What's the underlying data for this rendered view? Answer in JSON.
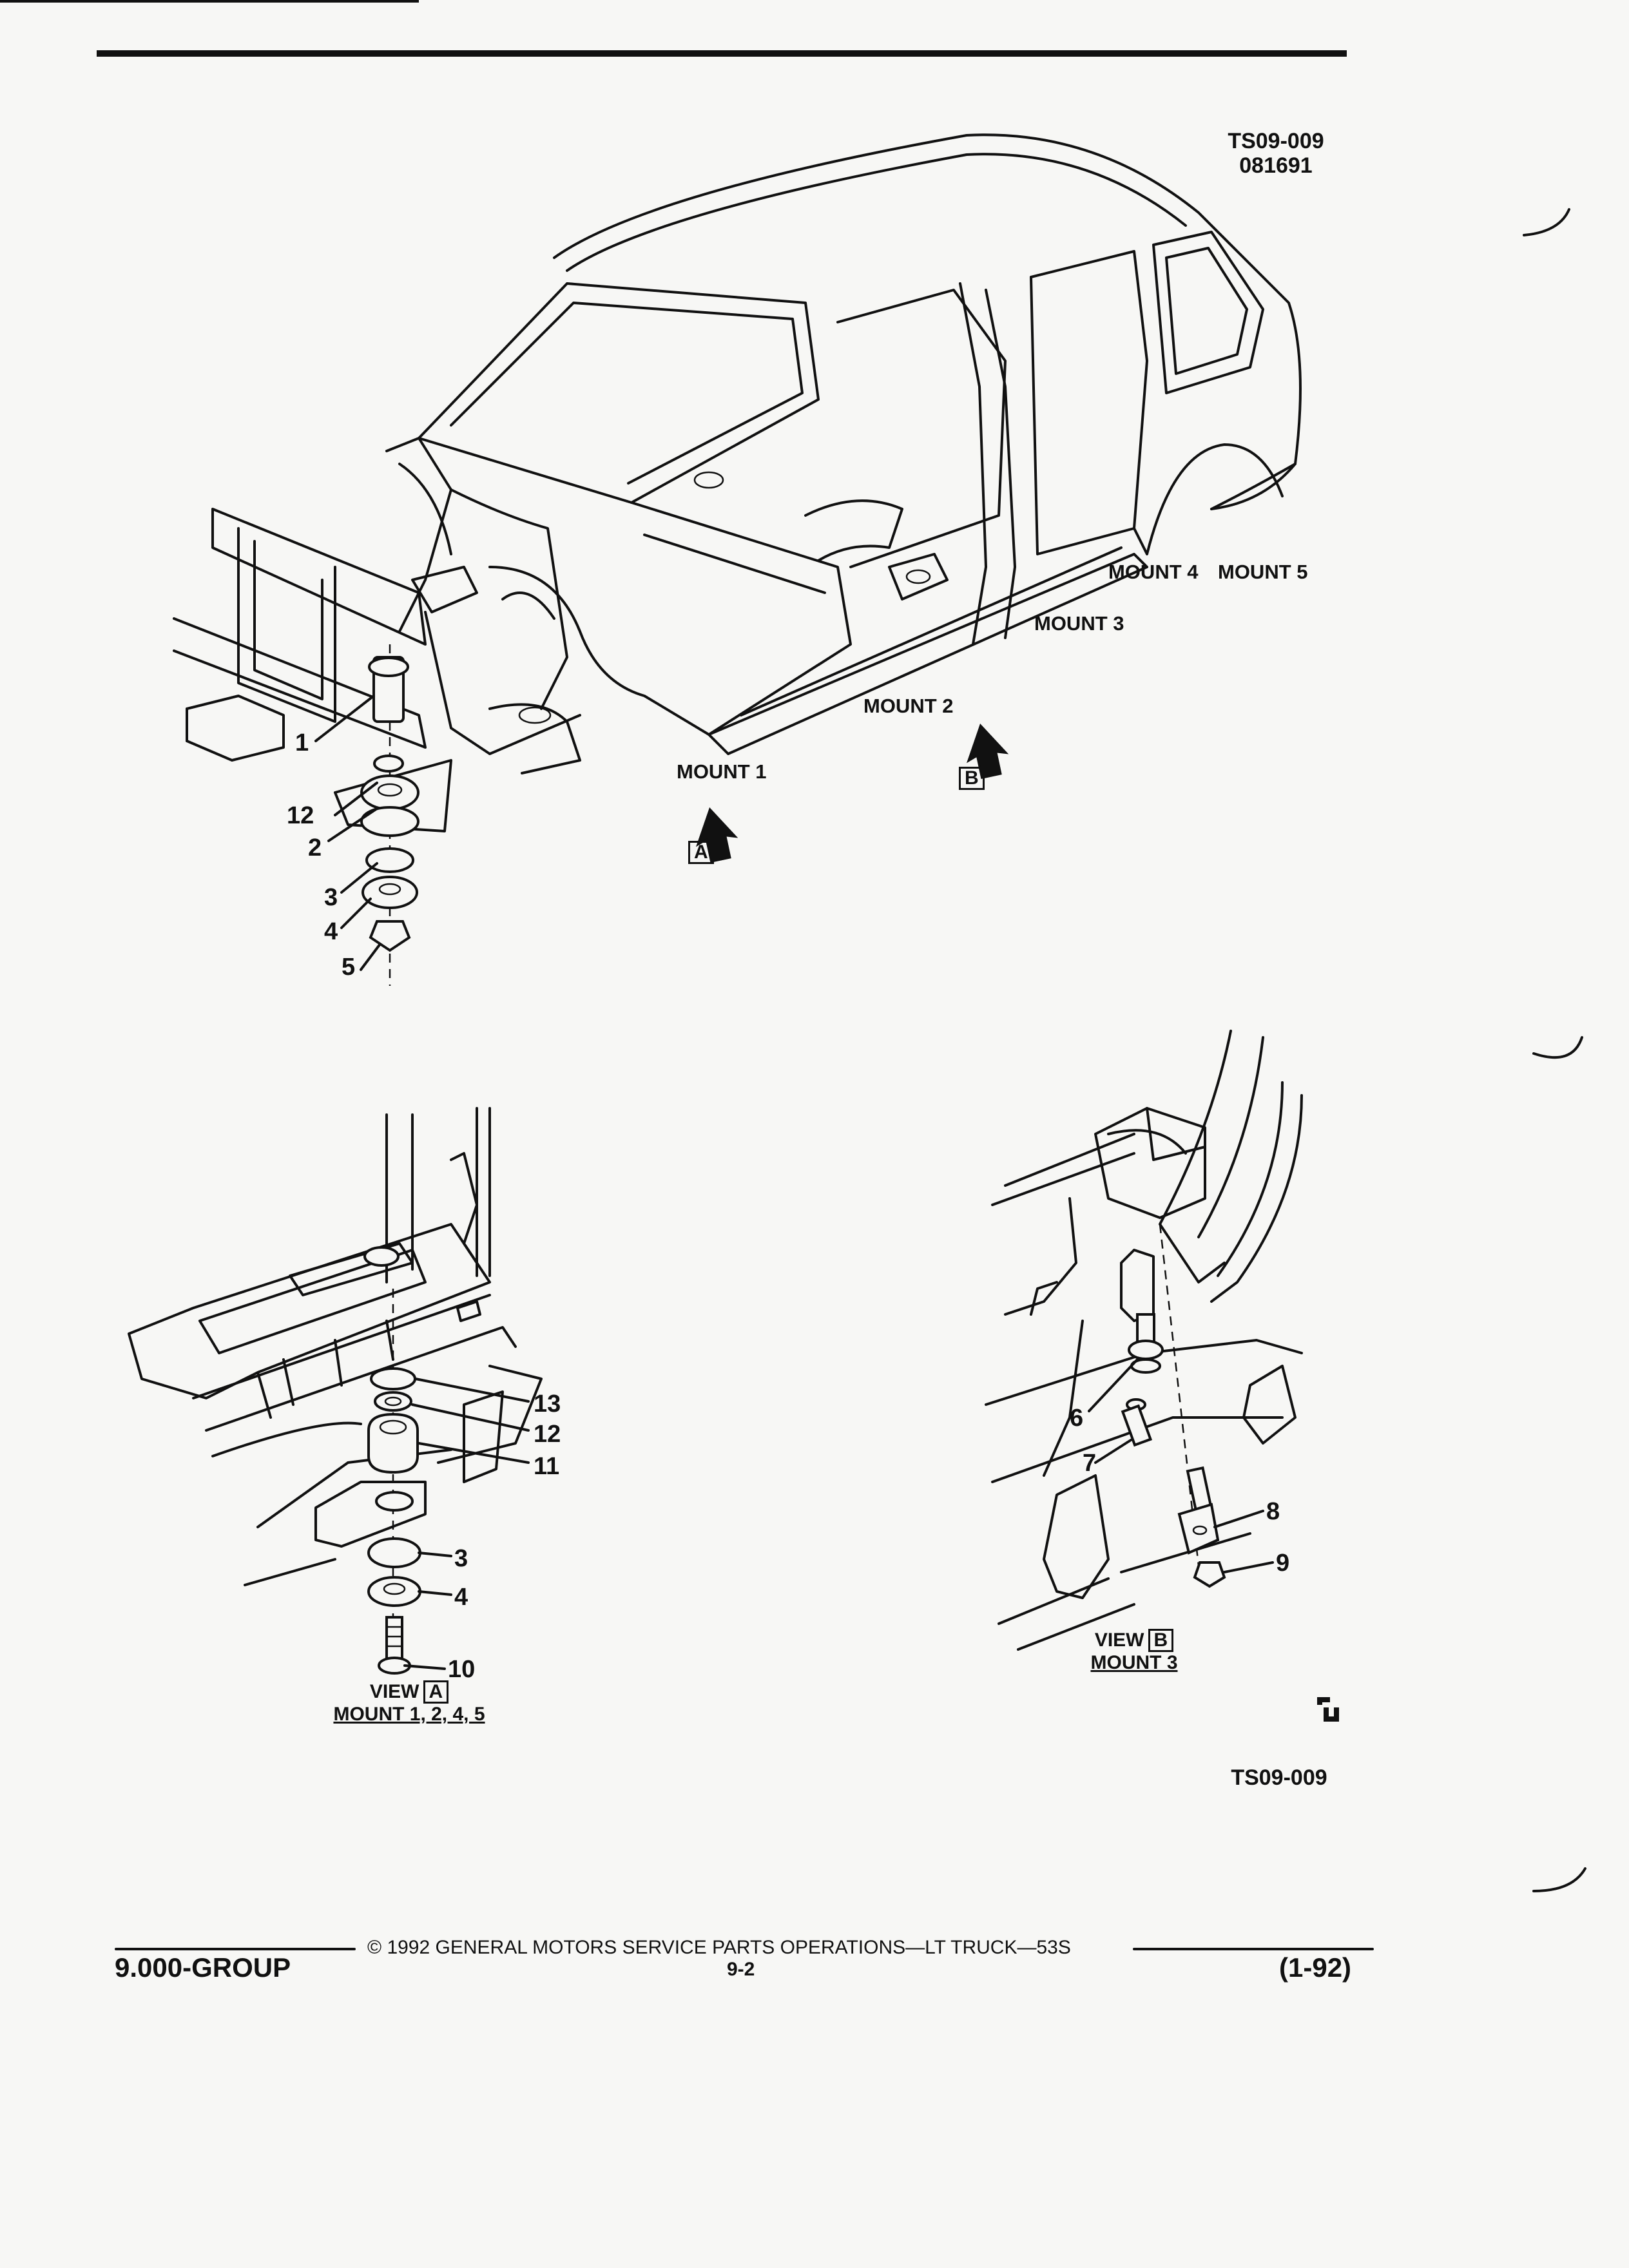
{
  "figure": {
    "code_top": "TS09-009",
    "date_code": "081691",
    "code_bottom": "TS09-009"
  },
  "mounts": {
    "m1": "MOUNT 1",
    "m2": "MOUNT 2",
    "m3": "MOUNT 3",
    "m4": "MOUNT 4",
    "m5": "MOUNT 5"
  },
  "view_markers": {
    "a": "A",
    "b": "B"
  },
  "callouts_main": [
    "1",
    "12",
    "2",
    "3",
    "4",
    "5"
  ],
  "callouts_view_a": [
    "13",
    "12",
    "11",
    "3",
    "4",
    "10"
  ],
  "callouts_view_b": [
    "6",
    "7",
    "8",
    "9"
  ],
  "view_a": {
    "prefix": "VIEW",
    "letter": "A",
    "subtitle": "MOUNT 1, 2, 4, 5"
  },
  "view_b": {
    "prefix": "VIEW",
    "letter": "B",
    "subtitle": "MOUNT 3"
  },
  "footer": {
    "copyright": "© 1992 GENERAL MOTORS SERVICE PARTS OPERATIONS—LT TRUCK—53S",
    "group": "9.000-GROUP",
    "page": "9-2",
    "revision": "(1-92)"
  }
}
